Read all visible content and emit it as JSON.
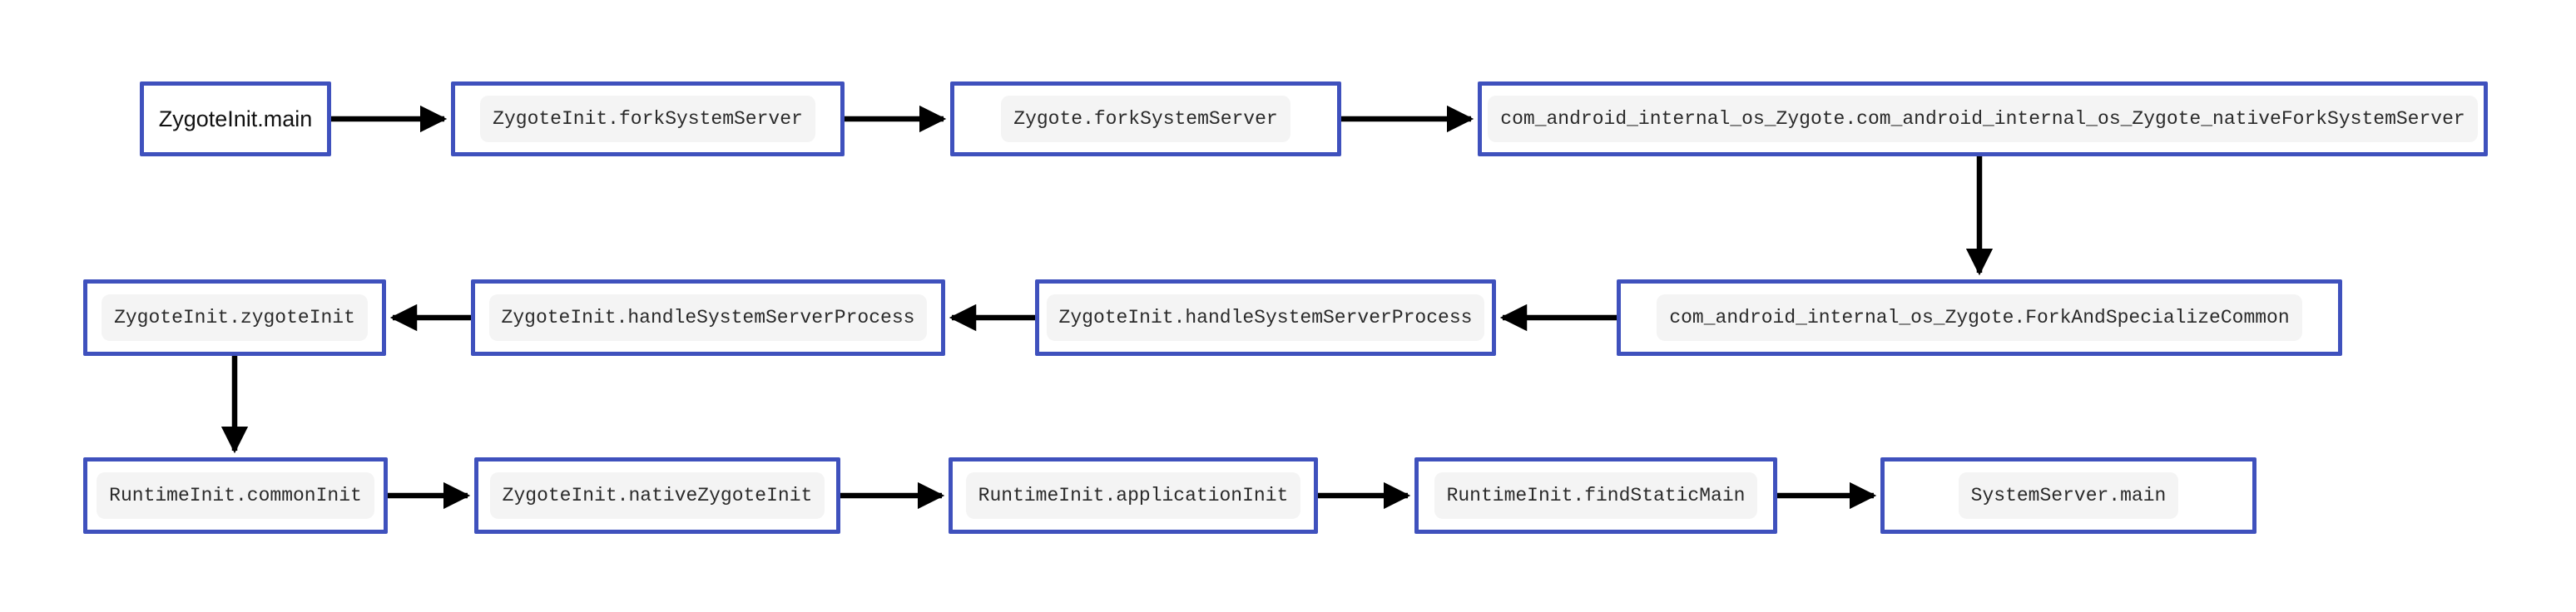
{
  "diagram": {
    "type": "flowchart",
    "description": "Android Zygote fork SystemServer startup call chain",
    "nodes": [
      {
        "id": "zygoteinit-main",
        "label": "ZygoteInit.main",
        "style": "plain"
      },
      {
        "id": "zygoteinit-forksystemserver",
        "label": "ZygoteInit.forkSystemServer",
        "style": "code"
      },
      {
        "id": "zygote-forksystemserver",
        "label": "Zygote.forkSystemServer",
        "style": "code"
      },
      {
        "id": "native-fork-system-server",
        "label": "com_android_internal_os_Zygote.com_android_internal_os_Zygote_nativeForkSystemServer",
        "style": "code"
      },
      {
        "id": "zygoteinit-zygoteinit",
        "label": "ZygoteInit.zygoteInit",
        "style": "code"
      },
      {
        "id": "handle-system-server-process-1",
        "label": "ZygoteInit.handleSystemServerProcess",
        "style": "code"
      },
      {
        "id": "handle-system-server-process-2",
        "label": "ZygoteInit.handleSystemServerProcess",
        "style": "code"
      },
      {
        "id": "fork-and-specialize-common",
        "label": "com_android_internal_os_Zygote.ForkAndSpecializeCommon",
        "style": "code"
      },
      {
        "id": "runtimeinit-commoninit",
        "label": "RuntimeInit.commonInit",
        "style": "code"
      },
      {
        "id": "zygoteinit-nativezygoteinit",
        "label": "ZygoteInit.nativeZygoteInit",
        "style": "code"
      },
      {
        "id": "runtimeinit-applicationinit",
        "label": "RuntimeInit.applicationInit",
        "style": "code"
      },
      {
        "id": "runtimeinit-findstaticmain",
        "label": "RuntimeInit.findStaticMain",
        "style": "code"
      },
      {
        "id": "systemserver-main",
        "label": "SystemServer.main",
        "style": "code"
      }
    ],
    "edges": [
      {
        "from": "zygoteinit-main",
        "to": "zygoteinit-forksystemserver"
      },
      {
        "from": "zygoteinit-forksystemserver",
        "to": "zygote-forksystemserver"
      },
      {
        "from": "zygote-forksystemserver",
        "to": "native-fork-system-server"
      },
      {
        "from": "native-fork-system-server",
        "to": "fork-and-specialize-common"
      },
      {
        "from": "fork-and-specialize-common",
        "to": "handle-system-server-process-2"
      },
      {
        "from": "handle-system-server-process-2",
        "to": "handle-system-server-process-1"
      },
      {
        "from": "handle-system-server-process-1",
        "to": "zygoteinit-zygoteinit"
      },
      {
        "from": "zygoteinit-zygoteinit",
        "to": "runtimeinit-commoninit"
      },
      {
        "from": "runtimeinit-commoninit",
        "to": "zygoteinit-nativezygoteinit"
      },
      {
        "from": "zygoteinit-nativezygoteinit",
        "to": "runtimeinit-applicationinit"
      },
      {
        "from": "runtimeinit-applicationinit",
        "to": "runtimeinit-findstaticmain"
      },
      {
        "from": "runtimeinit-findstaticmain",
        "to": "systemserver-main"
      }
    ]
  },
  "colors": {
    "canvas": "#ffffff",
    "node_border": "#3f51bd",
    "code_bg": "#f4f4f4",
    "arrow": "#000000",
    "text": "#2a2a2a"
  }
}
